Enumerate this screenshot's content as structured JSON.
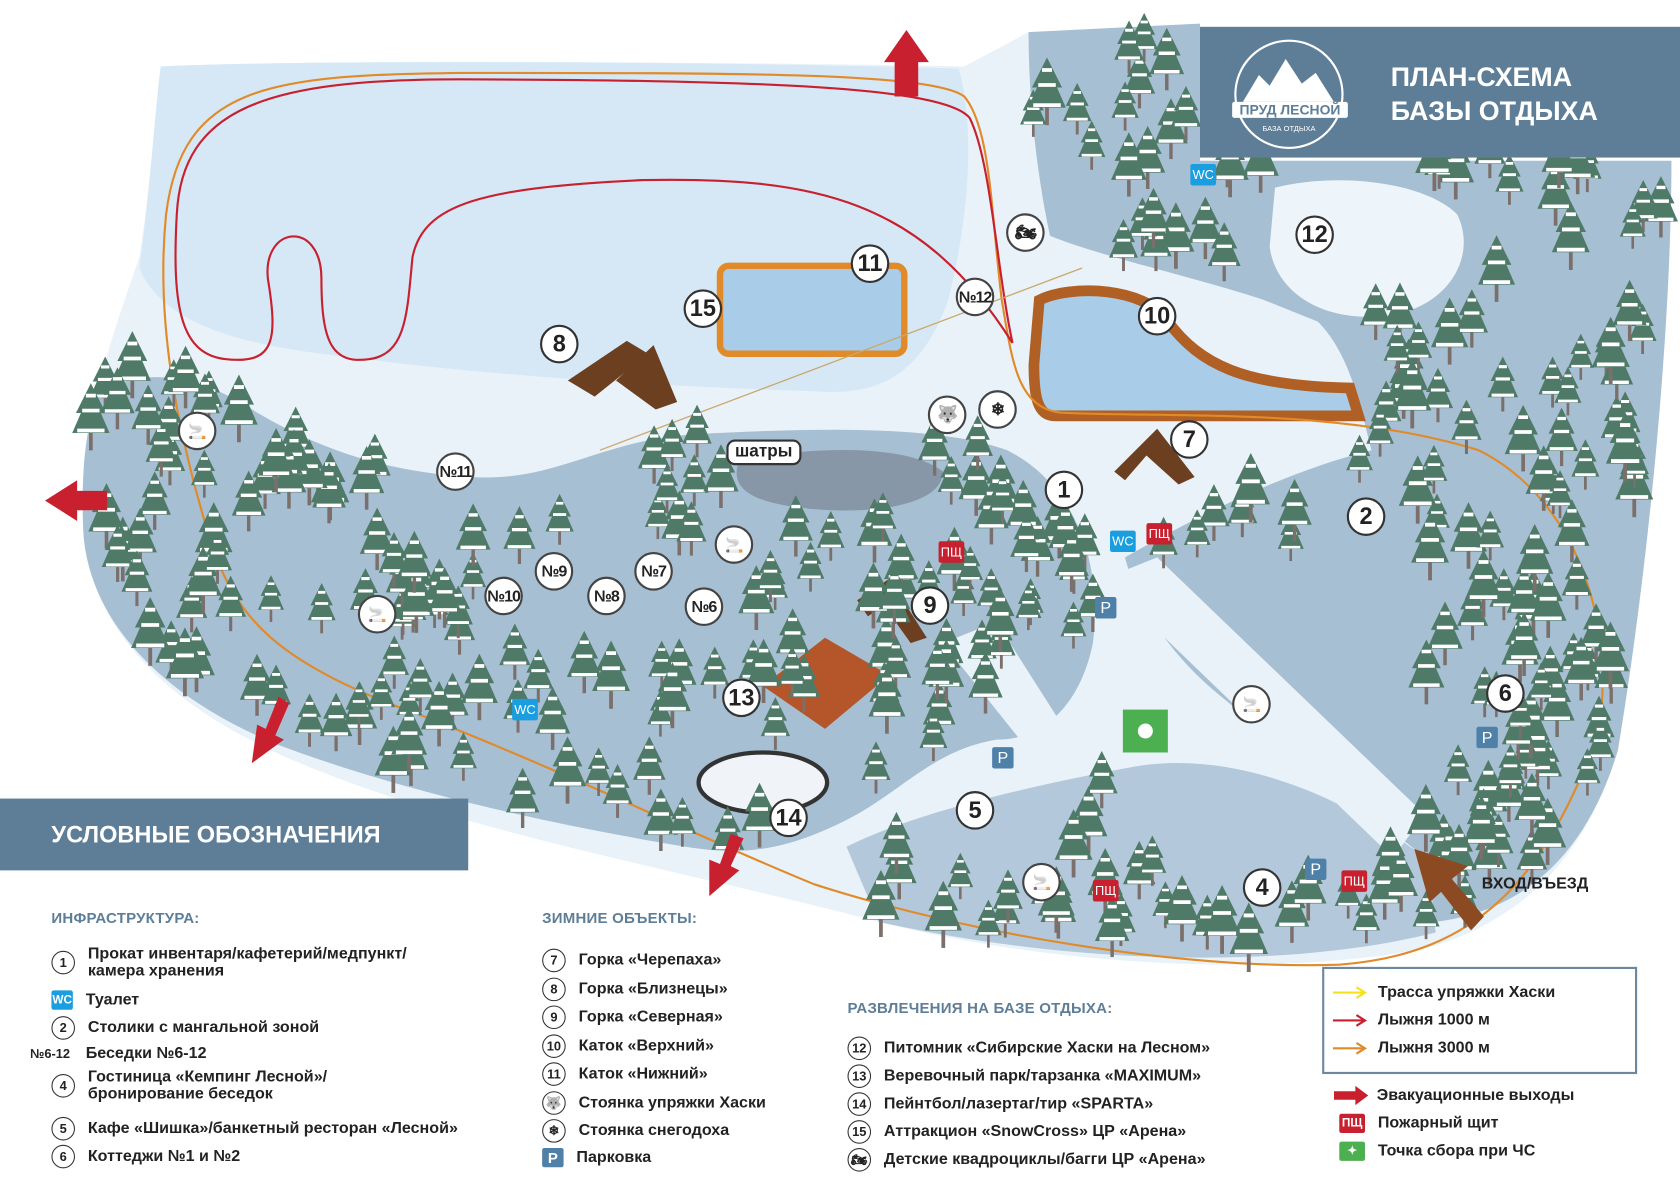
{
  "header": {
    "logo_name": "ПРУД ЛЕСНОЙ",
    "logo_sub": "БАЗА ОТДЫХА",
    "title_line1": "ПЛАН-СХЕМА",
    "title_line2": "БАЗЫ ОТДЫХА"
  },
  "map": {
    "markers": [
      "1",
      "2",
      "4",
      "5",
      "6",
      "7",
      "8",
      "9",
      "10",
      "11",
      "12",
      "13",
      "14",
      "15"
    ],
    "gazebos": [
      "№11",
      "№10",
      "№9",
      "№8",
      "№7",
      "№6",
      "№12"
    ],
    "tents_label": "шатры",
    "entrance_label": "ВХОД/ВЪЕЗД",
    "wc_label": "WC",
    "parking_label": "P",
    "fire_label": "ПЩ"
  },
  "legend": {
    "title": "УСЛОВНЫЕ ОБОЗНАЧЕНИЯ",
    "infra": {
      "heading": "ИНФРАСТРУКТУРА:",
      "items": [
        {
          "key": "1",
          "text": "Прокат инвентаря/кафетерий/медпункт/ камера хранения"
        },
        {
          "key": "WC",
          "text": "Туалет"
        },
        {
          "key": "2",
          "text": "Столики с мангальной зоной"
        },
        {
          "key": "№6-12",
          "text": "Беседки №6-12"
        },
        {
          "key": "4",
          "text": "Гостиница «Кемпинг Лесной»/ бронирование беседок"
        },
        {
          "key": "5",
          "text": "Кафе «Шишка»/банкетный ресторан «Лесной»"
        },
        {
          "key": "6",
          "text": "Коттеджи №1 и №2"
        }
      ]
    },
    "winter": {
      "heading": "ЗИМНИЕ ОБЪЕКТЫ:",
      "items": [
        {
          "key": "7",
          "text": "Горка «Черепаха»"
        },
        {
          "key": "8",
          "text": "Горка «Близнецы»"
        },
        {
          "key": "9",
          "text": "Горка «Северная»"
        },
        {
          "key": "10",
          "text": "Каток «Верхний»"
        },
        {
          "key": "11",
          "text": "Каток «Нижний»"
        },
        {
          "key": "husky-icon",
          "text": "Стоянка упряжки Хаски"
        },
        {
          "key": "snowmobile-icon",
          "text": "Стоянка снегодоха"
        },
        {
          "key": "P",
          "text": "Парковка"
        }
      ]
    },
    "fun": {
      "heading": "РАЗВЛЕЧЕНИЯ НА БАЗЕ ОТДЫХА:",
      "items": [
        {
          "key": "12",
          "text": "Питомник «Сибирские Хаски на Лесном»"
        },
        {
          "key": "13",
          "text": "Веревочный парк/тарзанка «MAXIMUM»"
        },
        {
          "key": "14",
          "text": "Пейнтбол/лазертаг/тир «SPARTA»"
        },
        {
          "key": "15",
          "text": "Аттракцион «SnowCross» ЦР «Арена»"
        },
        {
          "key": "atv-icon",
          "text": "Детские квадроциклы/багги ЦР «Арена»"
        }
      ]
    },
    "routes": [
      {
        "text": "Трасса упряжки Хаски",
        "color": "#f5e21a"
      },
      {
        "text": "Лыжня 1000 м",
        "color": "#c8202e"
      },
      {
        "text": "Лыжня 3000 м",
        "color": "#e08a2a"
      }
    ],
    "extra": [
      {
        "key": "evacuation-arrow",
        "text": "Эвакуационные выходы"
      },
      {
        "key": "ПЩ",
        "text": "Пожарный щит"
      },
      {
        "key": "assembly-point",
        "text": "Точка сбора при ЧС"
      }
    ]
  },
  "colors": {
    "banner": "#5e7e98",
    "forest_ground": "#a7bfd3",
    "snow": "#e9f2f9",
    "ice": "#a9cde8",
    "tree": "#4f7a68",
    "trail_red": "#c8202e",
    "trail_orange": "#e08a2a",
    "wc": "#1a9ee0",
    "parking": "#4f80a8",
    "fire": "#c8202e",
    "assembly": "#4caf50"
  }
}
